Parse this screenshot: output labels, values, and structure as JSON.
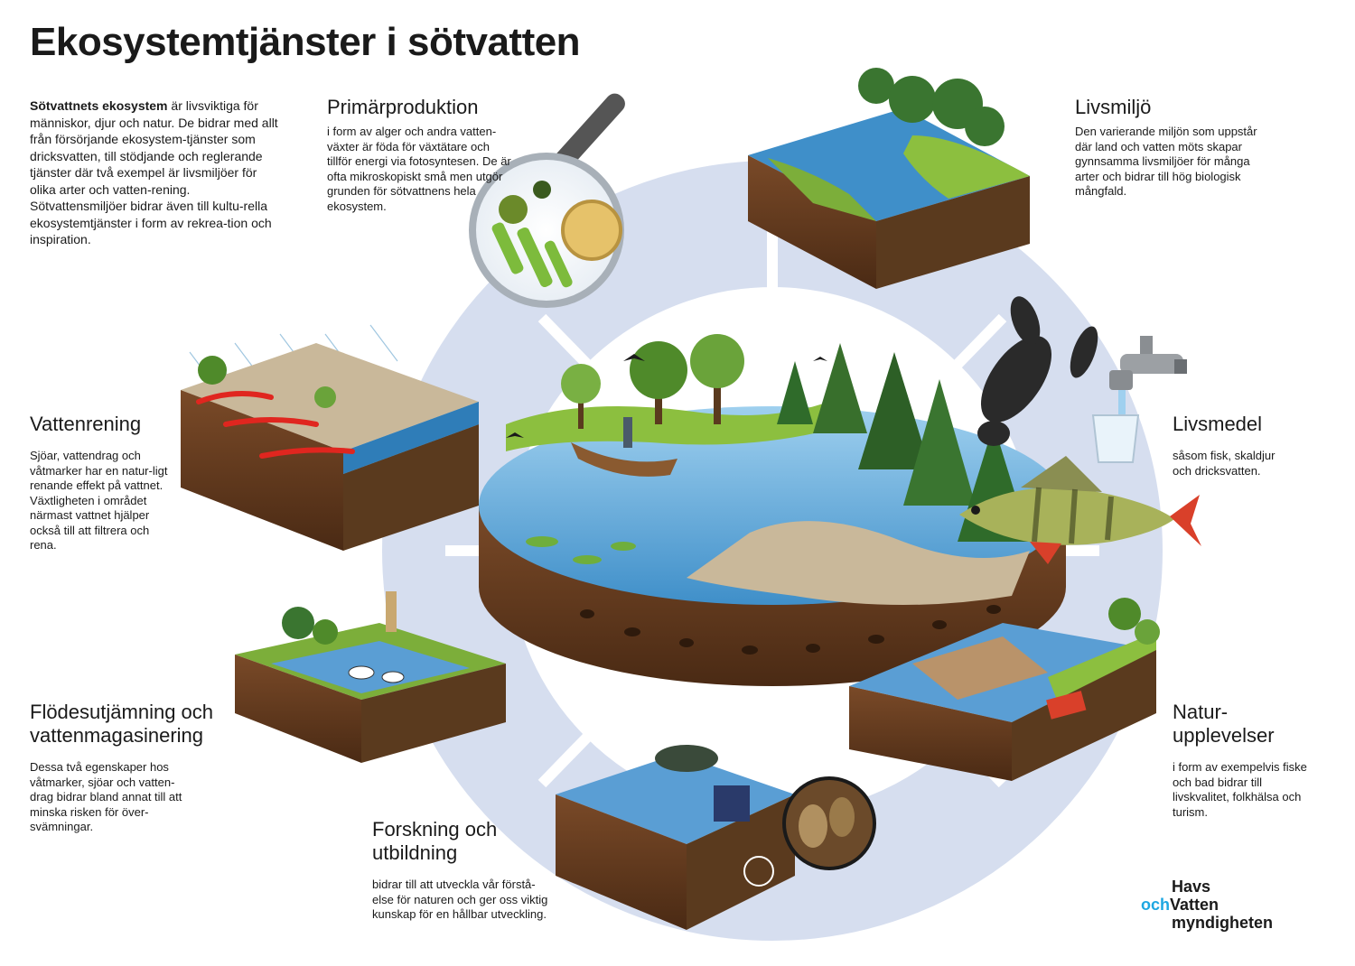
{
  "title": "Ekosystemtjänster i sötvatten",
  "intro": {
    "bold": "Sötvattnets ekosystem",
    "text1": " är livsviktiga för människor, djur och natur. De bidrar med allt från försörjande ekosystem-tjänster som dricksvatten, till stödjande och reglerande tjänster där två exempel är livsmiljöer för olika arter och vatten-rening.",
    "text2": "Sötvattensmiljöer bidrar även till kultu-rella ekosystemtjänster i form av rekrea-tion och inspiration."
  },
  "sections": {
    "primarproduktion": {
      "title": "Primärproduktion",
      "body": "i form av alger och andra vatten-växter är föda för växtätare och tillför energi via fotosyntesen. De är ofta mikroskopiskt små men utgör grunden för sötvattnens hela ekosystem."
    },
    "livsmiljo": {
      "title": "Livsmiljö",
      "body": "Den varierande miljön som uppstår där land och vatten möts skapar gynnsamma livsmiljöer för många arter och bidrar till hög biologisk mångfald."
    },
    "vattenrening": {
      "title": "Vattenrening",
      "body": "Sjöar, vattendrag och våtmarker har en natur-ligt renande effekt på vattnet. Växtligheten i området närmast vattnet hjälper också till att filtrera och rena."
    },
    "livsmedel": {
      "title": "Livsmedel",
      "body": "såsom fisk, skaldjur och dricksvatten."
    },
    "flodesutjamning": {
      "title_line1": "Flödesutjämning och",
      "title_line2": "vattenmagasinering",
      "body": "Dessa två egenskaper hos våtmarker, sjöar och vatten-drag bidrar bland annat till att minska risken för över-svämningar."
    },
    "naturupplevelser": {
      "title_line1": "Natur-",
      "title_line2": "upplevelser",
      "body": "i form av exempelvis fiske och bad bidrar till livskvalitet, folkhälsa och turism."
    },
    "forskning": {
      "title_line1": "Forskning och",
      "title_line2": "utbildning",
      "body": "bidrar till att utveckla vår förstå-else för naturen och ger oss viktig kunskap för en hållbar utveckling."
    }
  },
  "logo": {
    "line1": "Havs",
    "och": "och",
    "line2": "Vatten",
    "line3": "myndigheten"
  },
  "colors": {
    "ring": "#d6deef",
    "water": "#3f8fc9",
    "water_light": "#8fc3e8",
    "soil": "#6b3f22",
    "grass": "#7cae3a",
    "logo_accent": "#1ea7e1"
  }
}
